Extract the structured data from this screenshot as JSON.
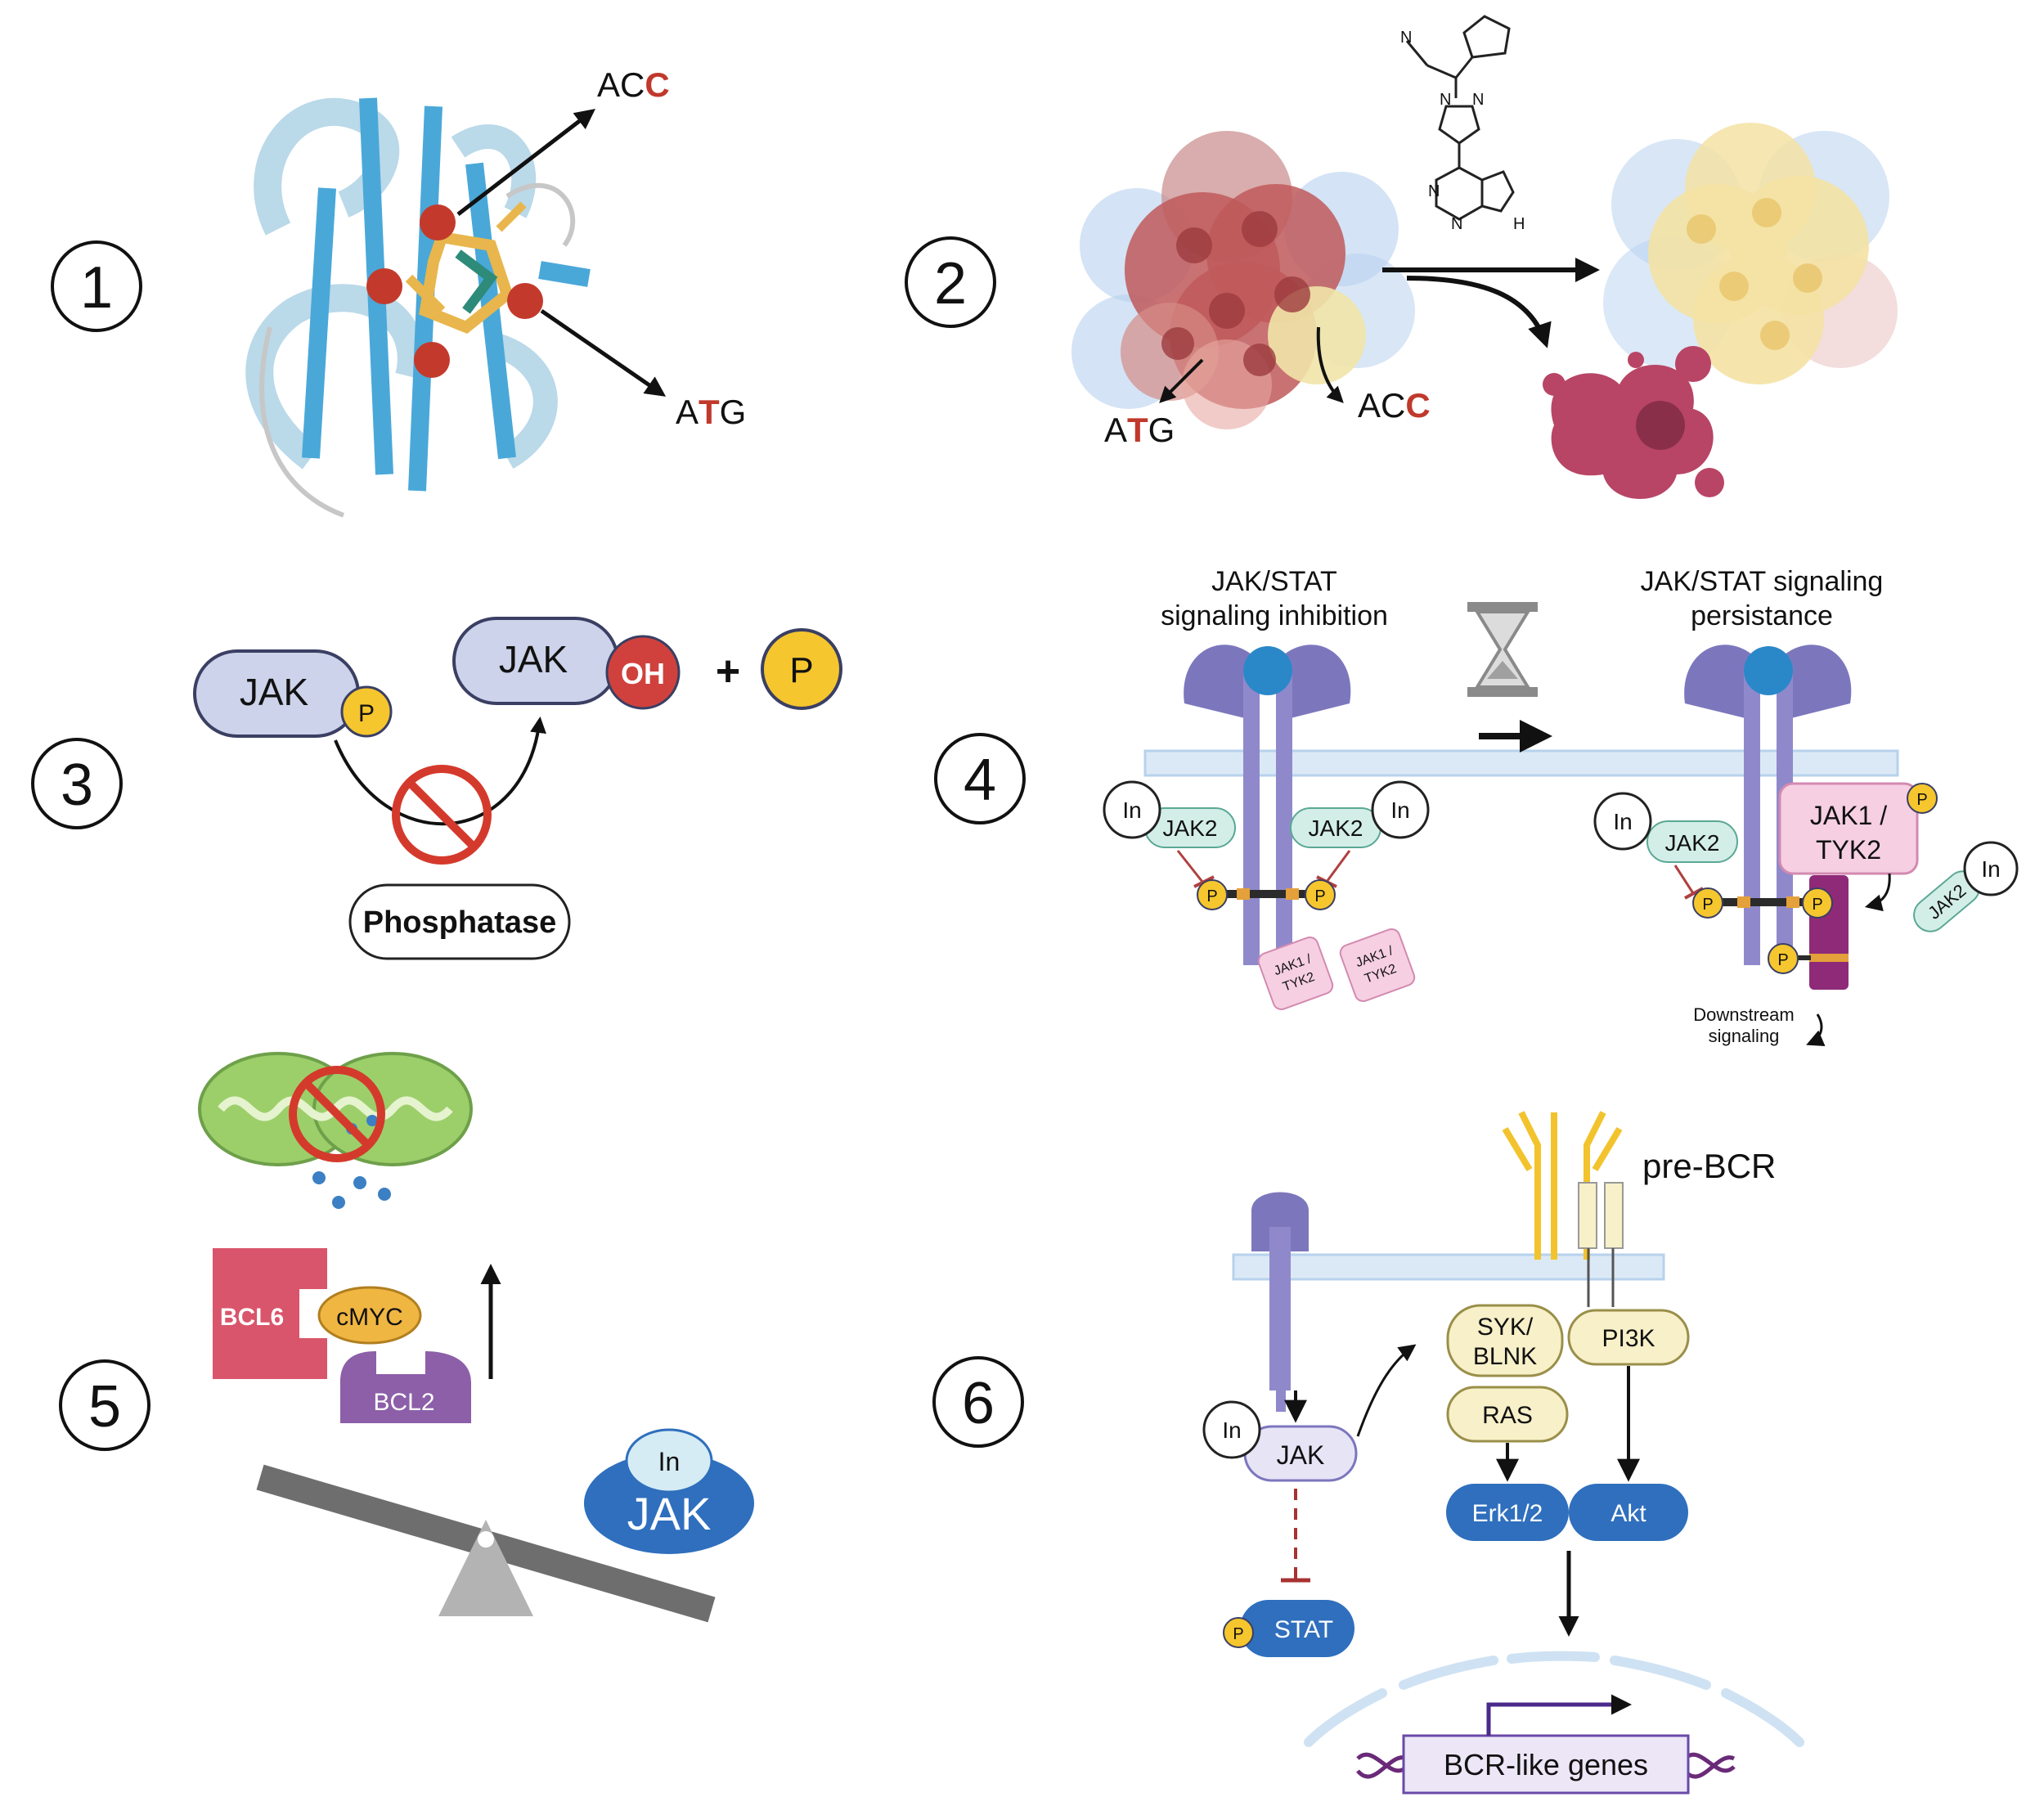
{
  "colors": {
    "red_base": "#c0392b",
    "jak_fill": "#cdd3ea",
    "jak_edge": "#3a3f63",
    "p_fill": "#f6c62e",
    "oh_fill": "#d0413d",
    "receptor": "#7c77bd",
    "membrane": "#cfe2f3",
    "jak2_fill": "#d3eee7",
    "jak1_fill": "#f6cfe3",
    "blue_node": "#2f6fbd",
    "cream_node": "#f7f0c8",
    "bcl6": "#d9556b",
    "bcl2": "#8c5fa8",
    "cmyc": "#f0b642",
    "mito": "#9ccf6a"
  },
  "icons": {
    "no_sign": "no-entry-icon",
    "hourglass": "hourglass-icon",
    "protein": "protein-ribbon-icon",
    "tumor": "cell-cluster-icon",
    "dead_cells": "apoptotic-cells-icon",
    "mitochondrion": "mitochondrion-icon",
    "seesaw": "seesaw-icon",
    "molecule": "ruxolitinib-structure-icon"
  },
  "panels": {
    "p1": {
      "num": "1",
      "mut_top_prefix": "AC",
      "mut_top_base": "C",
      "mut_bottom_a": "A",
      "mut_bottom_b": "T",
      "mut_bottom_c": "G"
    },
    "p2": {
      "num": "2",
      "left_a": "A",
      "left_b": "T",
      "left_c": "G",
      "right_prefix": "AC",
      "right_base": "C",
      "mol_n1": "N",
      "mol_n2": "N",
      "mol_n3": "N",
      "mol_n4": "N",
      "mol_n5": "N",
      "mol_h": "H"
    },
    "p3": {
      "num": "3",
      "jak_left": "JAK",
      "p_small": "P",
      "jak_right": "JAK",
      "oh": "OH",
      "plus": "+",
      "p_big": "P",
      "phosphatase": "Phosphatase"
    },
    "p4": {
      "num": "4",
      "left_title_1": "JAK/STAT",
      "left_title_2": "signaling inhibition",
      "right_title_1": "JAK/STAT  signaling",
      "right_title_2": "persistance",
      "inhibitor": "In",
      "jak2": "JAK2",
      "p": "P",
      "jak1_small_1": "JAK1 /",
      "jak1_small_2": "TYK2",
      "jak1_big_1": "JAK1 /",
      "jak1_big_2": "TYK2",
      "downstream_1": "Downstream",
      "downstream_2": "signaling"
    },
    "p5": {
      "num": "5",
      "bcl6": "BCL6",
      "cmyc": "cMYC",
      "bcl2": "BCL2",
      "inhibitor": "In",
      "jak": "JAK"
    },
    "p6": {
      "num": "6",
      "prebcr": "pre-BCR",
      "syk_1": "SYK/",
      "syk_2": "BLNK",
      "pi3k": "PI3K",
      "ras": "RAS",
      "erk": "Erk1/2",
      "akt": "Akt",
      "inhibitor": "In",
      "jak": "JAK",
      "p": "P",
      "stat": "STAT",
      "genes": "BCR-like genes"
    }
  }
}
